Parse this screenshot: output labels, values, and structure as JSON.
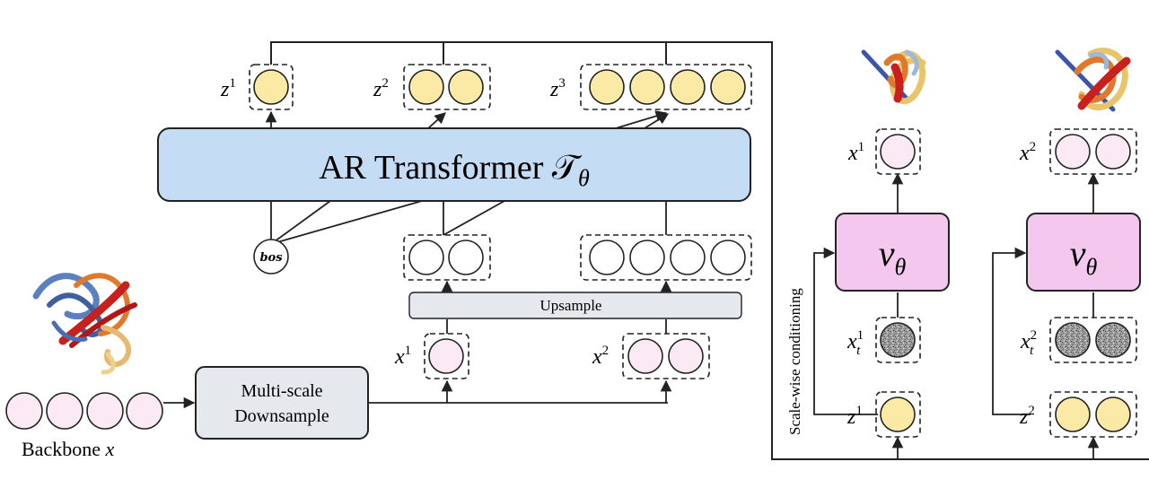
{
  "transformer": {
    "label": "AR Transformer 𝒯",
    "sub": "θ"
  },
  "bos": {
    "label": "bos"
  },
  "upsample": {
    "label": "Upsample"
  },
  "downsample": {
    "line1": "Multi-scale",
    "line2": "Downsample"
  },
  "backbone": {
    "label": "Backbone",
    "var": "x"
  },
  "left_labels": {
    "z1": {
      "base": "z",
      "sup": "1"
    },
    "z2": {
      "base": "z",
      "sup": "2"
    },
    "z3": {
      "base": "z",
      "sup": "3"
    },
    "x1": {
      "base": "x",
      "sup": "1"
    },
    "x2": {
      "base": "x",
      "sup": "2"
    }
  },
  "right_panel": {
    "conditioning": "Scale-wise conditioning",
    "v_label": {
      "base": "v",
      "sub": "θ"
    },
    "col1": {
      "x_out": {
        "base": "x",
        "sup": "1"
      },
      "x_t": {
        "base": "x",
        "sup": "1",
        "sub": "t"
      },
      "z": {
        "base": "z",
        "sup": "1"
      }
    },
    "col2": {
      "x_out": {
        "base": "x",
        "sup": "2"
      },
      "x_t": {
        "base": "x",
        "sup": "2",
        "sub": "t"
      },
      "z": {
        "base": "z",
        "sup": "2"
      }
    }
  },
  "colors": {
    "transformer_fill": "#c5dcf5",
    "token_z": "#fbeaa6",
    "token_x": "#fbe9f4",
    "token_empty": "#ffffff",
    "box_gray": "#e5e8ec",
    "v_fill": "#f4c8ee",
    "noise": "#9a9a9a",
    "stroke": "#222222"
  }
}
